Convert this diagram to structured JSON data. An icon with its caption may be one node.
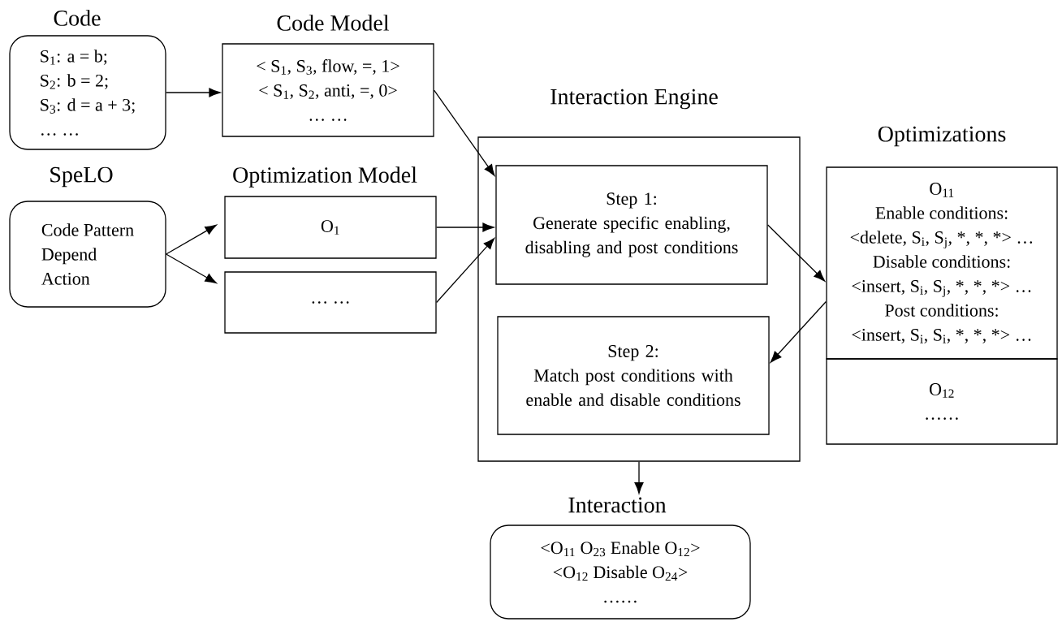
{
  "diagram": {
    "nodes": [
      {
        "text": [
          "Code",
          "S$_{1}$: a = b;",
          "S$_{2}$: b = 2;",
          "S$_{3}$: d = a + 3;",
          "… …"
        ]
      },
      {
        "text": [
          "Code Model",
          "< S$_{1}$, S$_{3}$, flow, =, 1>",
          "< S$_{1}$, S$_{2}$, anti, =, 0>",
          "… …"
        ]
      },
      {
        "text": [
          "SpeLO",
          "Code Pattern",
          "Depend",
          "Action"
        ]
      },
      {
        "text": [
          "Optimization Model",
          "O$_{1}$"
        ]
      },
      {
        "text": [
          "… …"
        ]
      },
      {
        "text": [
          "Interaction Engine"
        ]
      },
      {
        "text": [
          "Step 1:",
          "Generate specific enabling, disabling and post conditions"
        ],
        "in": 5
      },
      {
        "text": [
          "Step 2:",
          "Match post conditions with enable and disable conditions"
        ],
        "in": 5
      },
      {
        "text": [
          "Optimizations",
          "O$_{11}$",
          "Enable conditions:",
          "<delete, S$_{i}$, S$_{j}$, *, *, *> …",
          "Disable conditions:",
          "<insert, S$_{i}$, S$_{j}$, *, *, *> …",
          "Post conditions:",
          "<insert, S$_{i}$, S$_{i}$, *, *, *> …"
        ]
      },
      {
        "text": [
          "O$_{12}$",
          "……"
        ]
      },
      {
        "text": [
          "Interaction",
          "<O$_{11}$ O$_{23}$ Enable O$_{12}$>",
          "<O$_{12}$ Disable O$_{24}$>",
          "……"
        ]
      }
    ],
    "edges": [
      {
        "from": 0,
        "to": 1,
        "arrow": "to"
      },
      {
        "from": 1,
        "to": 6,
        "arrow": "to"
      },
      {
        "from": 2,
        "to": 3,
        "arrow": "to"
      },
      {
        "from": 2,
        "to": 4,
        "arrow": "to"
      },
      {
        "from": 3,
        "to": 6,
        "arrow": "to"
      },
      {
        "from": 4,
        "to": 6,
        "arrow": "to"
      },
      {
        "from": 6,
        "to": 8,
        "arrow": "to"
      },
      {
        "from": 8,
        "to": 7,
        "arrow": "to"
      },
      {
        "from": 5,
        "to": 10,
        "arrow": "to"
      }
    ]
  }
}
